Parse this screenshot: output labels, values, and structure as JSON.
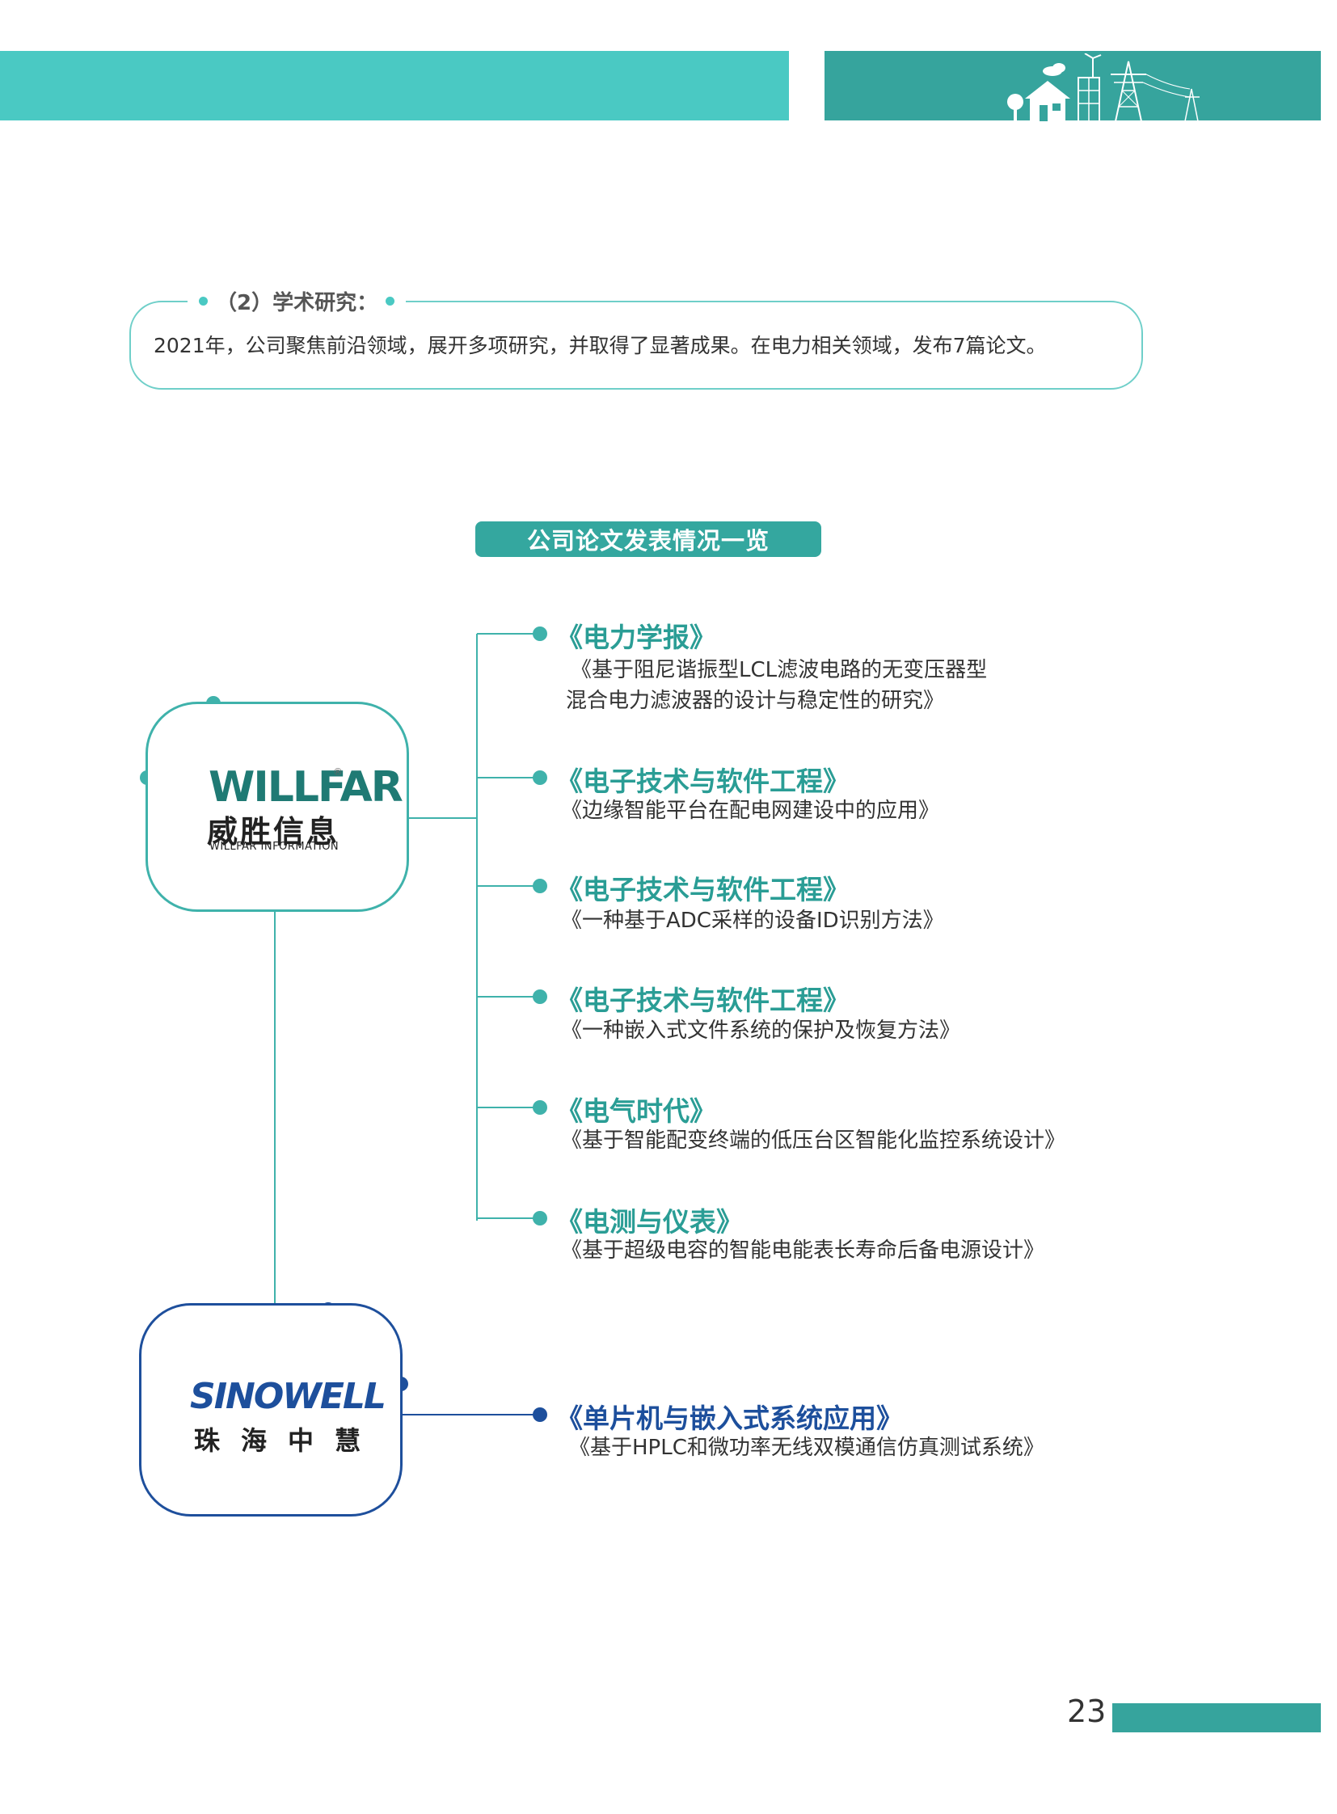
{
  "colors": {
    "teal_light": "#4ac9c3",
    "teal_dark": "#36a49d",
    "teal_text": "#2a9d95",
    "blue": "#1d4f9c"
  },
  "research": {
    "heading": "（2）学术研究：",
    "text": "2021年，公司聚焦前沿领域，展开多项研究，并取得了显著成果。在电力相关领域，发布7篇论文。"
  },
  "section_title": "公司论文发表情况一览",
  "companies": {
    "willfar": {
      "logo_word": "WILLFAR",
      "logo_reg": "®",
      "name_cn": "威胜信息",
      "name_en": "WILLFAR INFORMATION"
    },
    "sinowell": {
      "logo_word": "SINOWELL",
      "name_cn": "珠海中慧"
    }
  },
  "publications": [
    {
      "journal": "《电力学报》",
      "title_lines": [
        "《基于阻尼谐振型LCL滤波电路的无变压器型",
        "混合电力滤波器的设计与稳定性的研究》"
      ]
    },
    {
      "journal": "《电子技术与软件工程》",
      "title_lines": [
        "《边缘智能平台在配电网建设中的应用》"
      ]
    },
    {
      "journal": "《电子技术与软件工程》",
      "title_lines": [
        "《一种基于ADC采样的设备ID识别方法》"
      ]
    },
    {
      "journal": "《电子技术与软件工程》",
      "title_lines": [
        "《一种嵌入式文件系统的保护及恢复方法》"
      ]
    },
    {
      "journal": "《电气时代》",
      "title_lines": [
        "《基于智能配变终端的低压台区智能化监控系统设计》"
      ]
    },
    {
      "journal": "《电测与仪表》",
      "title_lines": [
        "《基于超级电容的智能电能表长寿命后备电源设计》"
      ]
    },
    {
      "journal": "《单片机与嵌入式系统应用》",
      "title_lines": [
        "《基于HPLC和微功率无线双模通信仿真测试系统》"
      ]
    }
  ],
  "page_number": "23"
}
